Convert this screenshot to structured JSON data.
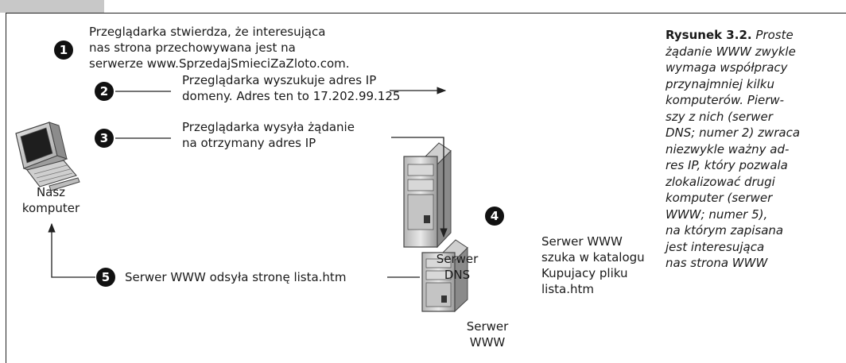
{
  "steps": {
    "s1": {
      "number": "1",
      "lines": [
        "Przeglądarka stwierdza, że interesująca",
        "nas strona przechowywana jest na",
        "serwerze www.SprzedajSmieciZaZloto.com."
      ]
    },
    "s2": {
      "number": "2",
      "lines": [
        "Przeglądarka wyszukuje adres IP",
        "domeny. Adres ten to 17.202.99.125"
      ]
    },
    "s3": {
      "number": "3",
      "lines": [
        "Przeglądarka wysyła żądanie",
        "na otrzymany adres IP"
      ]
    },
    "s4": {
      "number": "4",
      "lines": [
        "Serwer WWW",
        "szuka w katalogu",
        "Kupujacy pliku",
        "lista.htm"
      ]
    },
    "s5": {
      "number": "5",
      "lines": [
        "Serwer WWW odsyła stronę lista.htm"
      ]
    }
  },
  "nodes": {
    "computer": {
      "lines": [
        "Nasz",
        "komputer"
      ]
    },
    "dns": {
      "lines": [
        "Serwer",
        "DNS"
      ]
    },
    "www": {
      "lines": [
        "Serwer",
        "WWW"
      ]
    }
  },
  "caption": {
    "title": "Rysunek 3.2.",
    "lines": [
      "Proste",
      "żądanie WWW zwykle",
      "wymaga współpracy",
      "przynajmniej kilku",
      "komputerów. Pierw-",
      "szy z nich (serwer",
      "DNS; numer 2) zwraca",
      "niezwykle ważny ad-",
      "res IP, który pozwala",
      "zlokalizować drugi",
      "komputer (serwer",
      "WWW; numer 5),",
      "na którym zapisana",
      "jest interesująca",
      "nas strona WWW"
    ]
  },
  "icons": {
    "computer": "desktop-computer-icon",
    "dns_server": "server-tower-icon",
    "www_server": "server-tower-icon"
  },
  "colors": {
    "badge": "#111111",
    "line": "#222222",
    "tab": "#c8c8c8"
  }
}
